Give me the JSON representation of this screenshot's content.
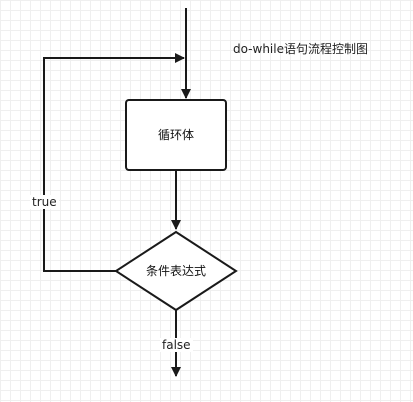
{
  "diagram": {
    "caption": "do-while语句流程控制图",
    "loop_body": "循环体",
    "condition": "条件表达式",
    "true_label": "true",
    "false_label": "false",
    "colors": {
      "stroke": "#1a1a1a",
      "grid": "#efefef",
      "background": "#ffffff"
    }
  }
}
